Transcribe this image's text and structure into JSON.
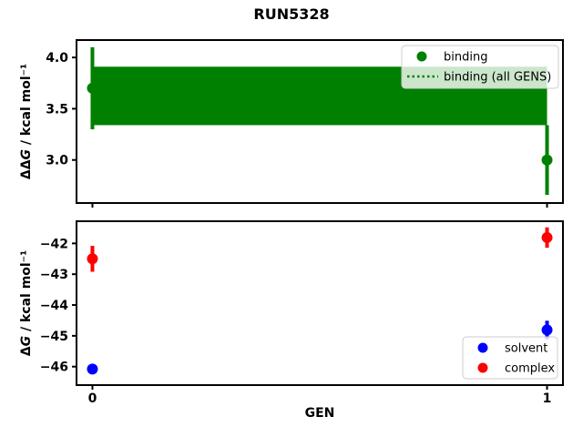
{
  "title": "RUN5328",
  "xlabel": "GEN",
  "colors": {
    "binding": "#008000",
    "solvent": "#0000ff",
    "complex": "#ff0000",
    "axis": "#000000",
    "legend_edge": "#cccccc",
    "legend_bg": "rgba(255,255,255,0.8)"
  },
  "chart_data": [
    {
      "type": "scatter",
      "subplot": "top",
      "ylabel": "ΔΔG / kcal mol⁻¹",
      "x": [
        0,
        1
      ],
      "xlim": [
        -0.035,
        1.035
      ],
      "ylim": [
        2.58,
        4.17
      ],
      "yticks": {
        "values": [
          4.0,
          3.5,
          3.0
        ],
        "labels": [
          "4.0",
          "3.5",
          "3.0"
        ]
      },
      "xticks": {
        "values": [
          0,
          1
        ],
        "labels": [
          "",
          ""
        ]
      },
      "grid": false,
      "series": [
        {
          "name": "binding",
          "color": "#008000",
          "marker": "o",
          "y": [
            3.7,
            3.0
          ],
          "yerr": [
            0.4,
            0.34
          ]
        }
      ],
      "band": {
        "name": "binding (all GENS)",
        "color": "#008000",
        "x_range": [
          0,
          1
        ],
        "y_low": 3.34,
        "y_high": 3.91
      },
      "legend": {
        "position": "upper right",
        "entries": [
          {
            "label": "binding",
            "marker": "dot",
            "color": "#008000"
          },
          {
            "label": "binding (all GENS)",
            "marker": "dotted-line",
            "color": "#008000"
          }
        ]
      }
    },
    {
      "type": "scatter",
      "subplot": "bottom",
      "ylabel": "ΔG / kcal mol⁻¹",
      "x": [
        0,
        1
      ],
      "xlim": [
        -0.035,
        1.035
      ],
      "ylim": [
        -46.6,
        -41.28
      ],
      "yticks": {
        "values": [
          -42,
          -43,
          -44,
          -45,
          -46
        ],
        "labels": [
          "−42",
          "−43",
          "−44",
          "−45",
          "−46"
        ]
      },
      "xticks": {
        "values": [
          0,
          1
        ],
        "labels": [
          "0",
          "1"
        ]
      },
      "grid": false,
      "series": [
        {
          "name": "solvent",
          "color": "#0000ff",
          "marker": "o",
          "y": [
            -46.08,
            -44.81
          ],
          "yerr": [
            0.15,
            0.3
          ]
        },
        {
          "name": "complex",
          "color": "#ff0000",
          "marker": "o",
          "y": [
            -42.5,
            -41.81
          ],
          "yerr": [
            0.42,
            0.33
          ]
        }
      ],
      "legend": {
        "position": "lower right",
        "entries": [
          {
            "label": "solvent",
            "marker": "dot",
            "color": "#0000ff"
          },
          {
            "label": "complex",
            "marker": "dot",
            "color": "#ff0000"
          }
        ]
      }
    }
  ]
}
